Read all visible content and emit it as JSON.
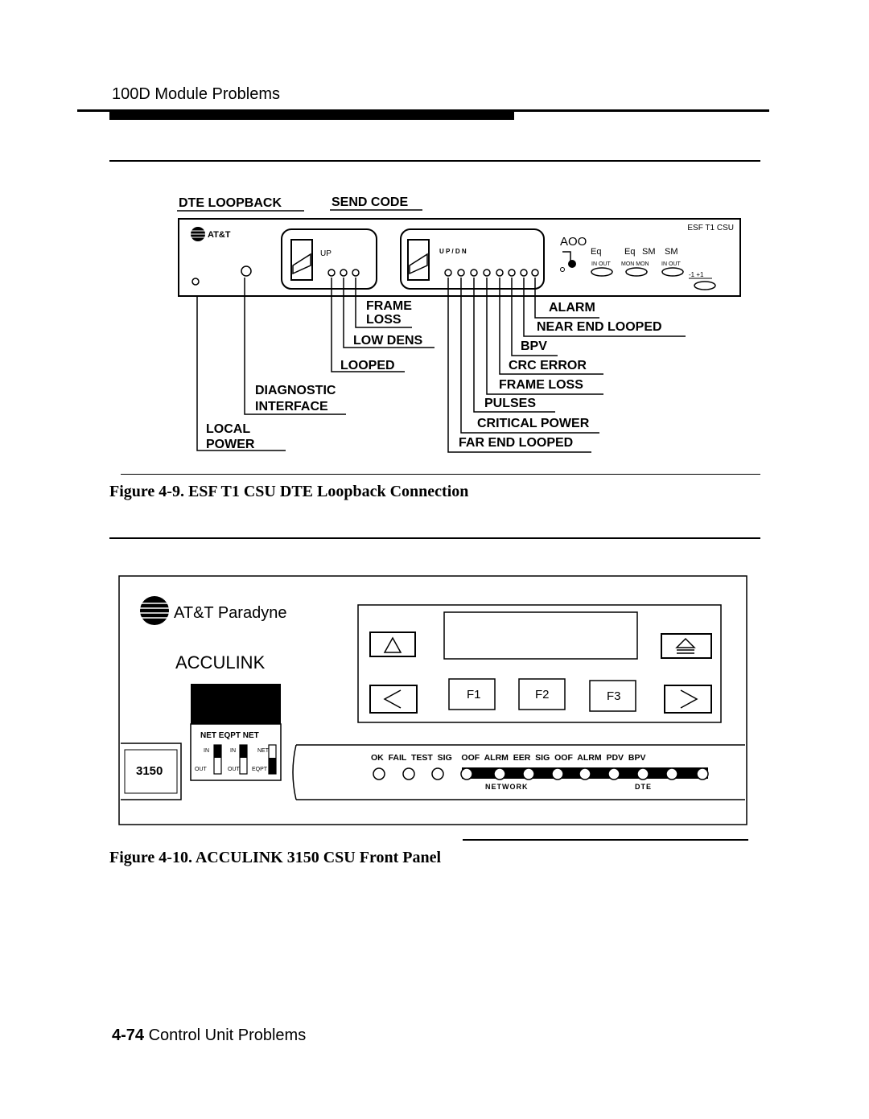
{
  "header": {
    "title": "100D Module Problems"
  },
  "figure1": {
    "caption": "Figure 4-9. ESF T1 CSU DTE Loopback Connection",
    "top_labels": {
      "dte_loopback": "DTE LOOPBACK",
      "send_code": "SEND CODE"
    },
    "unit": {
      "model": "ESF T1 CSU",
      "logo": "AT&T",
      "switch1": "UP",
      "switch2": "U P / D N",
      "aoo": "AOO",
      "eq1": "Eq",
      "eq2": "Eq",
      "sm1": "SM",
      "sm2": "SM",
      "in_out": "IN  OUT",
      "mon_mon": "MON  MON",
      "in_out2": "IN  OUT",
      "plusminus": "-1  +1"
    },
    "callouts": {
      "frame_loss_1": "FRAME",
      "frame_loss_2": "LOSS",
      "low_dens": "LOW DENS",
      "looped": "LOOPED",
      "diagnostic_1": "DIAGNOSTIC",
      "diagnostic_2": "INTERFACE",
      "local_1": "LOCAL",
      "local_2": "POWER",
      "alarm": "ALARM",
      "near_end_looped": "NEAR END LOOPED",
      "bpv": "BPV",
      "crc_error": "CRC ERROR",
      "frame_loss": "FRAME  LOSS",
      "pulses": "PULSES",
      "critical_power": "CRITICAL POWER",
      "far_end_looped": "FAR END LOOPED"
    }
  },
  "figure2": {
    "caption": "Figure 4-10. ACCULINK 3150 CSU Front Panel",
    "brand": "AT&T Paradyne",
    "product": "ACCULINK",
    "keys": {
      "f1": "F1",
      "f2": "F2",
      "f3": "F3"
    },
    "model": "3150",
    "switch_header": "NET  EQPT  NET",
    "switch_in1": "IN",
    "switch_in2": "IN",
    "switch_net": "NET",
    "switch_out1": "OUT",
    "switch_out2": "OUT",
    "switch_eqpt": "EQPT",
    "led_labels": "OK  FAIL  TEST  SIG    OOF  ALRM  EER  SIG  OOF  ALRM  PDV  BPV",
    "network": "NETWORK",
    "dte": "DTE"
  },
  "footer": {
    "page": "4-74",
    "title": "Control Unit Problems"
  }
}
